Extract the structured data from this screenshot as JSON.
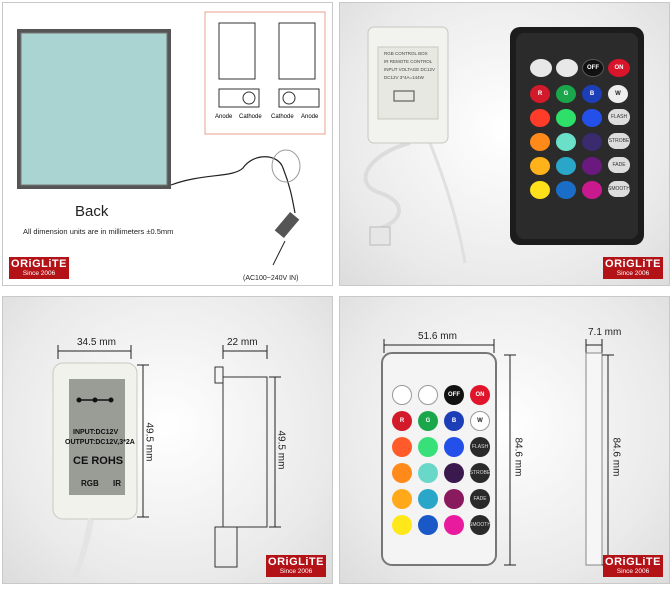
{
  "logo": {
    "brand": "ORiGLiTE",
    "since": "Since 2006"
  },
  "panel_back": {
    "title": "Back",
    "note": "All dimension units are in millimeters ±0.5mm",
    "power_label": "(AC100~240V IN)",
    "pins": [
      "Anode",
      "Cathode",
      "Cathode",
      "Anode"
    ]
  },
  "panel_kit": {
    "box_lines": [
      "RGB CONTROL BOX",
      "IR REMOTE CONTROL",
      "INPUT VOLTAGE  DC12V",
      "DC12V 3*4A=144W"
    ],
    "remote_top": [
      "OFF",
      "ON"
    ],
    "remote_rgbw": [
      "R",
      "G",
      "B",
      "W"
    ],
    "remote_side": [
      "FLASH",
      "STROBE",
      "FADE",
      "SMOOTH"
    ]
  },
  "panel_controller": {
    "width": "34.5 mm",
    "depth": "22 mm",
    "height": "49.5 mm",
    "height2": "49.5 mm",
    "label_input": "INPUT:DC12V",
    "label_output": "OUTPUT:DC12V,3*2A",
    "label_ce": "CE ROHS",
    "label_rgb": "RGB",
    "label_ir": "IR"
  },
  "panel_remote": {
    "width": "51.6 mm",
    "depth": "7.1 mm",
    "height": "84.6 mm",
    "height2": "84.6 mm",
    "top": [
      "OFF",
      "ON"
    ],
    "rgbw": [
      "R",
      "G",
      "B",
      "W"
    ],
    "side": [
      "FLASH",
      "STROBE",
      "FADE",
      "SMOOTH"
    ]
  },
  "colors": {
    "brand_red": "#b31217",
    "panel_teal": "#a9d4d2"
  }
}
